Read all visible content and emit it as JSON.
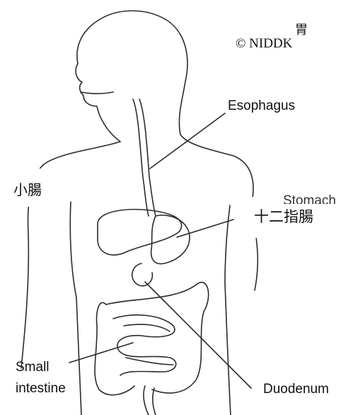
{
  "figure": {
    "copyright": "© NIDDK",
    "labels": {
      "esophagus": "Esophagus",
      "stomach_partial": "Stomach",
      "small_intestine_line1": "Small",
      "small_intestine_line2": "intestine",
      "duodenum": "Duodenum"
    },
    "overlays": {
      "stomach_zh": "胃",
      "small_intestine_zh": "小腸",
      "duodenum_zh": "十二指腸"
    },
    "colors": {
      "line": "#2b2b2b",
      "background": "#ffffff"
    }
  }
}
